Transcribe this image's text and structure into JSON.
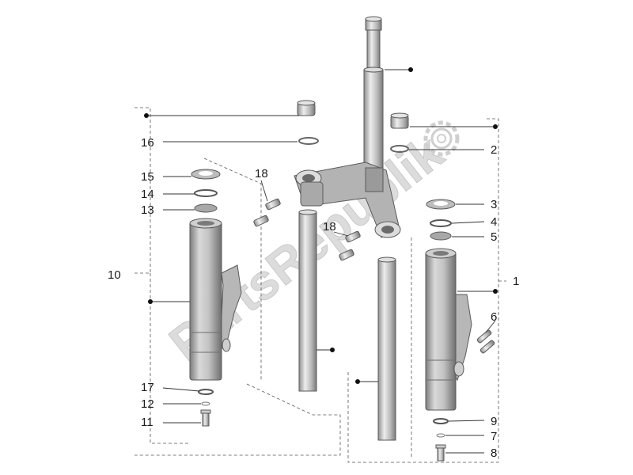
{
  "watermark": "PartsRepublik",
  "gear_icon": "gear-icon",
  "labels": {
    "l1": "1",
    "l2": "2",
    "l3": "3",
    "l4": "4",
    "l5": "5",
    "l6": "6",
    "l7": "7",
    "l8": "8",
    "l9": "9",
    "l10": "10",
    "l11": "11",
    "l12": "12",
    "l13": "13",
    "l14": "14",
    "l15": "15",
    "l16": "16",
    "l17": "17",
    "l18a": "18",
    "l18b": "18"
  },
  "colors": {
    "metal_dark": "#8c8c8c",
    "metal_mid": "#c8c8c8",
    "metal_light": "#ececec",
    "watermark": "#d4d4d4"
  }
}
